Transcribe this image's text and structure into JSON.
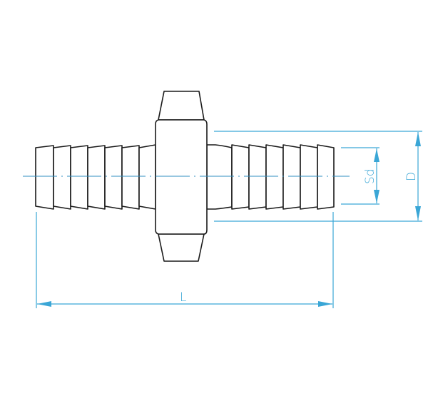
{
  "drawing": {
    "title": "Double hose barb connector with hex center body",
    "line_color": "#1a1a1a",
    "dimension_color": "#3aa6d6",
    "centerline_color": "#2f8fc0"
  },
  "dimensions": {
    "length_label": "L",
    "outer_diameter_label": "D",
    "barb_diameter_label": "Sd"
  },
  "parts": {
    "left_barb_count": 7,
    "right_barb_count": 6,
    "hex_nuts": [
      "top-hex",
      "bottom-hex"
    ]
  }
}
